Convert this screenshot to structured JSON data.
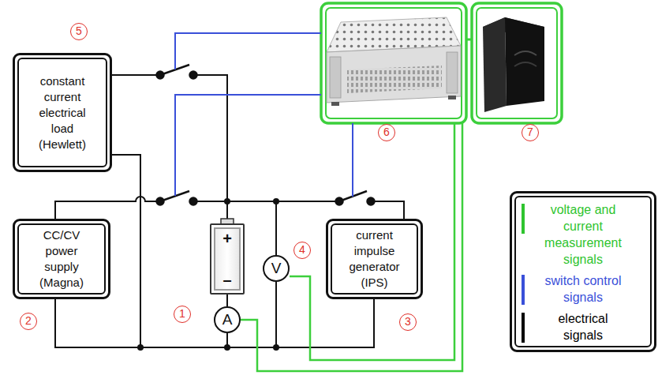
{
  "diagram": {
    "nodes": [
      {
        "text": [
          "constant current electrical load (Hewlett)"
        ]
      },
      {
        "text": [
          "CC/CV power supply (Magna)"
        ]
      },
      {
        "text": [
          "+",
          "–"
        ]
      },
      {
        "text": [
          "A"
        ]
      },
      {
        "text": [
          "V"
        ]
      },
      {
        "text": [
          "current impulse generator (IPS)"
        ]
      }
    ],
    "edges": [
      {
        "from": 2,
        "to": 3,
        "arrow": "none"
      }
    ],
    "labels": [
      "5",
      "6",
      "7",
      "4",
      "1",
      "2",
      "3"
    ],
    "legend": [
      {
        "text": "voltage and current measurement signals",
        "color": "#2fc42f"
      },
      {
        "text": "switch control signals",
        "color": "#3a50d9"
      },
      {
        "text": "electrical signals",
        "color": "#000000"
      }
    ]
  }
}
